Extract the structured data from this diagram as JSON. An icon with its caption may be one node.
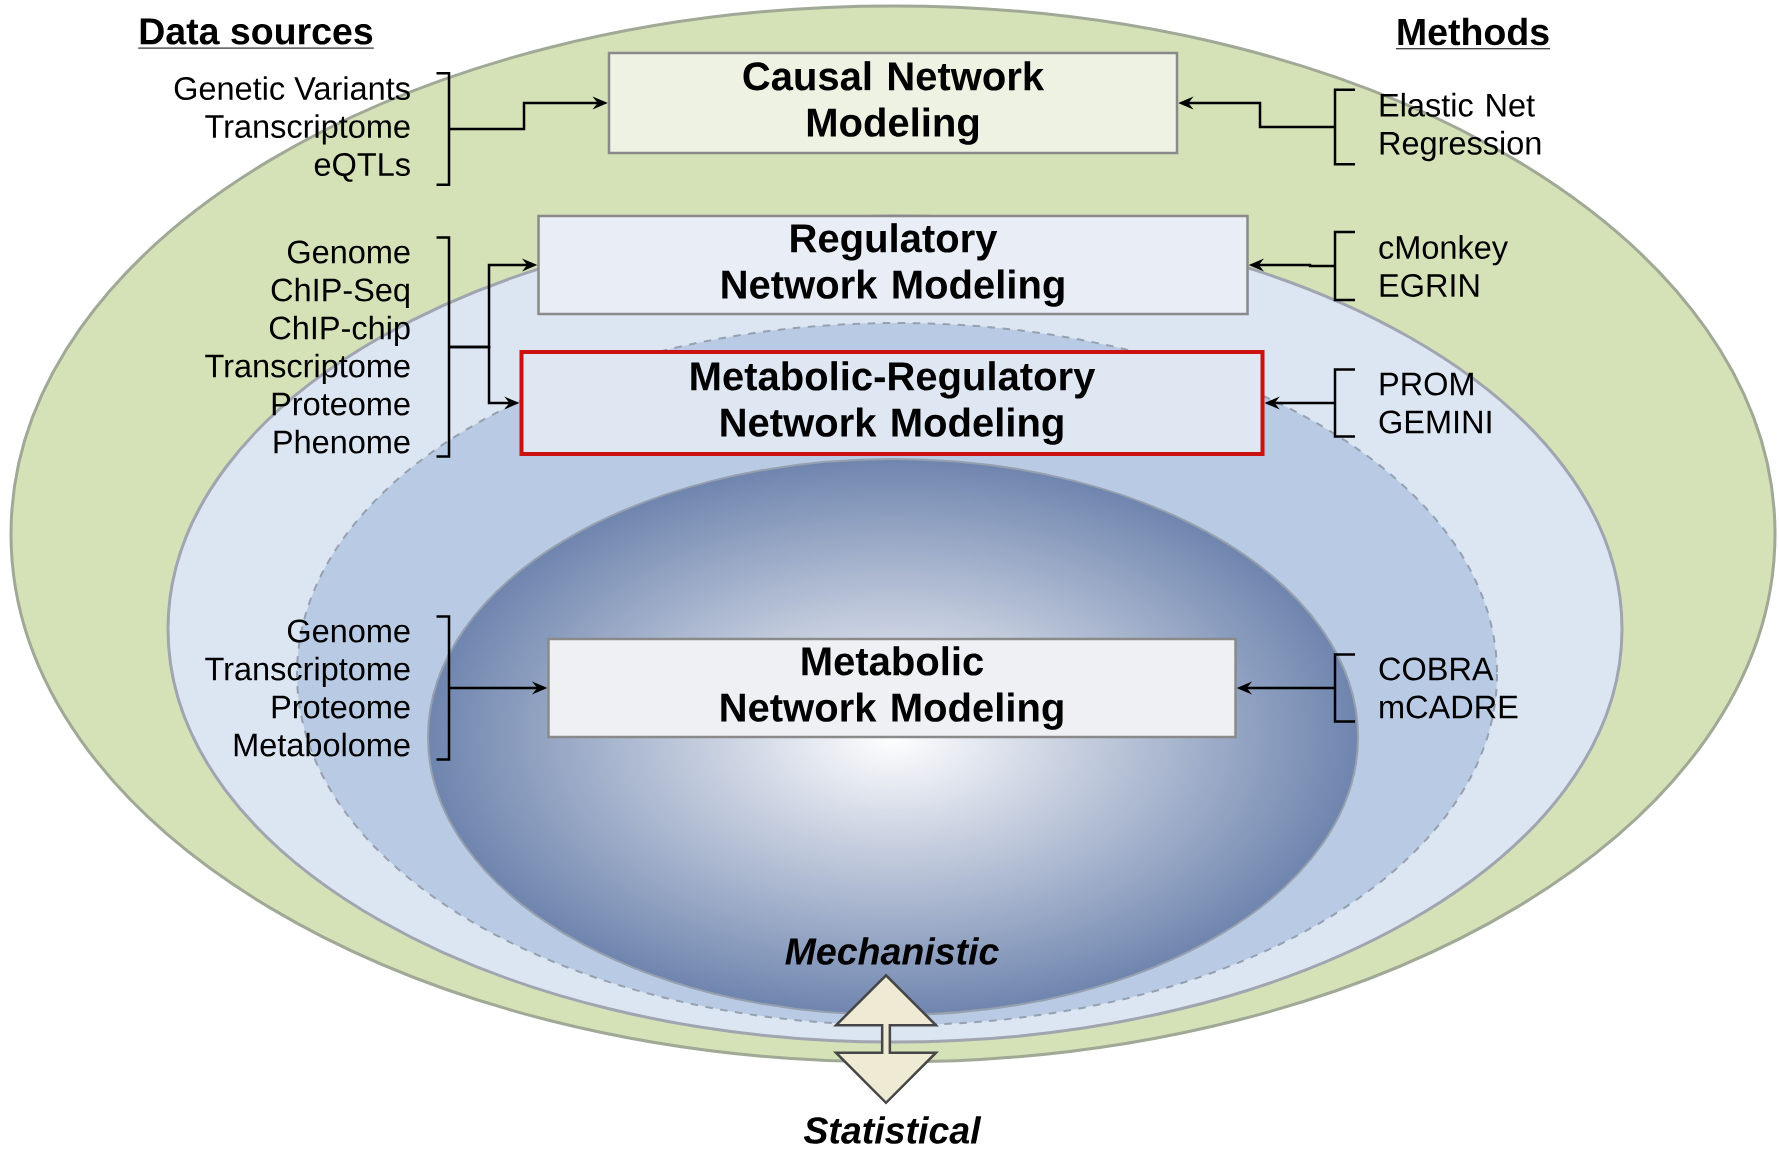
{
  "diagram": {
    "nodes": [
      {
        "text": [
          "Causal Network Modeling"
        ]
      },
      {
        "text": [
          "Regulatory Network Modeling"
        ]
      },
      {
        "text": [
          "Metabolic-Regulatory Network Modeling"
        ]
      },
      {
        "text": [
          "Metabolic Network Modeling"
        ]
      },
      {
        "text": [
          "Genetic Variants",
          "Transcriptome",
          "eQTLs"
        ]
      },
      {
        "text": [
          "Genome",
          "ChIP-Seq",
          "ChIP-chip",
          "Transcriptome",
          "Proteome",
          "Phenome"
        ]
      },
      {
        "text": [
          "Genome",
          "Transcriptome",
          "Proteome",
          "Metabolome"
        ]
      },
      {
        "text": [
          "Elastic Net Regression"
        ]
      },
      {
        "text": [
          "cMonkey",
          "EGRIN"
        ]
      },
      {
        "text": [
          "PROM",
          "GEMINI"
        ]
      },
      {
        "text": [
          "COBRA",
          "mCADRE"
        ]
      }
    ],
    "edges": [
      {
        "from": 4,
        "to": 0,
        "arrow": "to"
      },
      {
        "from": 5,
        "to": 1,
        "arrow": "to"
      },
      {
        "from": 5,
        "to": 2,
        "arrow": "to"
      },
      {
        "from": 6,
        "to": 3,
        "arrow": "to"
      },
      {
        "from": 7,
        "to": 0,
        "arrow": "to"
      },
      {
        "from": 8,
        "to": 1,
        "arrow": "to"
      },
      {
        "from": 9,
        "to": 2,
        "arrow": "to"
      },
      {
        "from": 10,
        "to": 3,
        "arrow": "to"
      }
    ],
    "labels": [
      "Data sources",
      "Methods",
      "Mechanistic",
      "Statistical"
    ]
  }
}
